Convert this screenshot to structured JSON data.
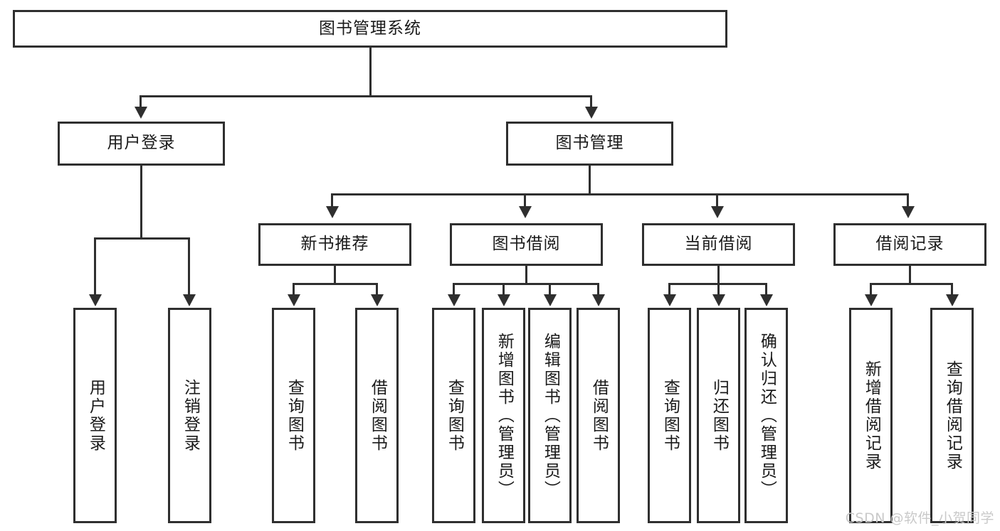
{
  "diagram": {
    "type": "tree-hierarchy",
    "title": "图书管理系统",
    "root": {
      "id": "root",
      "label": "图书管理系统",
      "orientation": "horizontal"
    },
    "level2": [
      {
        "id": "user-login",
        "label": "用户登录",
        "orientation": "horizontal"
      },
      {
        "id": "book-manage",
        "label": "图书管理",
        "orientation": "horizontal"
      }
    ],
    "level3": [
      {
        "id": "new-book-recommend",
        "label": "新书推荐",
        "orientation": "horizontal"
      },
      {
        "id": "book-borrow",
        "label": "图书借阅",
        "orientation": "horizontal"
      },
      {
        "id": "current-borrow",
        "label": "当前借阅",
        "orientation": "horizontal"
      },
      {
        "id": "borrow-record",
        "label": "借阅记录",
        "orientation": "horizontal"
      }
    ],
    "leaves": [
      {
        "id": "leaf-user-login",
        "label": "用户登录",
        "parent": "user-login",
        "orientation": "vertical"
      },
      {
        "id": "leaf-user-logout",
        "label": "注销登录",
        "parent": "user-login",
        "orientation": "vertical"
      },
      {
        "id": "leaf-query-book-1",
        "label": "查询图书",
        "parent": "new-book-recommend",
        "orientation": "vertical"
      },
      {
        "id": "leaf-borrow-book-1",
        "label": "借阅图书",
        "parent": "new-book-recommend",
        "orientation": "vertical"
      },
      {
        "id": "leaf-query-book-2",
        "label": "查询图书",
        "parent": "book-borrow",
        "orientation": "vertical"
      },
      {
        "id": "leaf-add-book",
        "label": "新增图书（管理员）",
        "parent": "book-borrow",
        "orientation": "vertical"
      },
      {
        "id": "leaf-edit-book",
        "label": "编辑图书（管理员）",
        "parent": "book-borrow",
        "orientation": "vertical"
      },
      {
        "id": "leaf-borrow-book-2",
        "label": "借阅图书",
        "parent": "book-borrow",
        "orientation": "vertical"
      },
      {
        "id": "leaf-query-book-3",
        "label": "查询图书",
        "parent": "current-borrow",
        "orientation": "vertical"
      },
      {
        "id": "leaf-return-book",
        "label": "归还图书",
        "parent": "current-borrow",
        "orientation": "vertical"
      },
      {
        "id": "leaf-confirm-return",
        "label": "确认归还（管理员）",
        "parent": "current-borrow",
        "orientation": "vertical"
      },
      {
        "id": "leaf-add-record",
        "label": "新增借阅记录",
        "parent": "borrow-record",
        "orientation": "vertical"
      },
      {
        "id": "leaf-query-record",
        "label": "查询借阅记录",
        "parent": "borrow-record",
        "orientation": "vertical"
      }
    ],
    "colors": {
      "stroke": "#2f2f2f",
      "fill": "#ffffff",
      "text": "#1a1a1a",
      "watermark": "#c9c9c9"
    }
  },
  "watermark": {
    "text": "CSDN @软件_小贺同学"
  }
}
